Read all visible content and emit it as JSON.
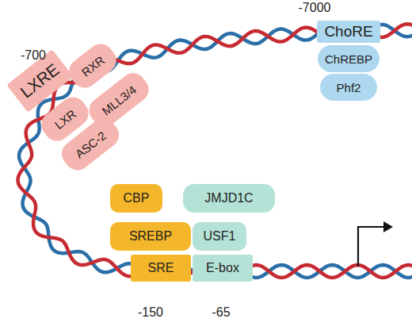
{
  "diagram": {
    "nodes": [
      {
        "text": [
          "ChoRE"
        ]
      },
      {
        "text": [
          "ChREBP"
        ]
      },
      {
        "text": [
          "Phf2"
        ]
      },
      {
        "text": [
          "LXRE"
        ]
      },
      {
        "text": [
          "RXR"
        ]
      },
      {
        "text": [
          "LXR"
        ]
      },
      {
        "text": [
          "MLL3/4"
        ]
      },
      {
        "text": [
          "ASC-2"
        ]
      },
      {
        "text": [
          "CBP"
        ]
      },
      {
        "text": [
          "JMJD1C"
        ]
      },
      {
        "text": [
          "SREBP"
        ]
      },
      {
        "text": [
          "USF1"
        ]
      },
      {
        "text": [
          "SRE"
        ]
      },
      {
        "text": [
          "E-box"
        ]
      }
    ],
    "edges": [],
    "labels": [
      "-7000",
      "-700",
      "-150",
      "-65"
    ]
  }
}
